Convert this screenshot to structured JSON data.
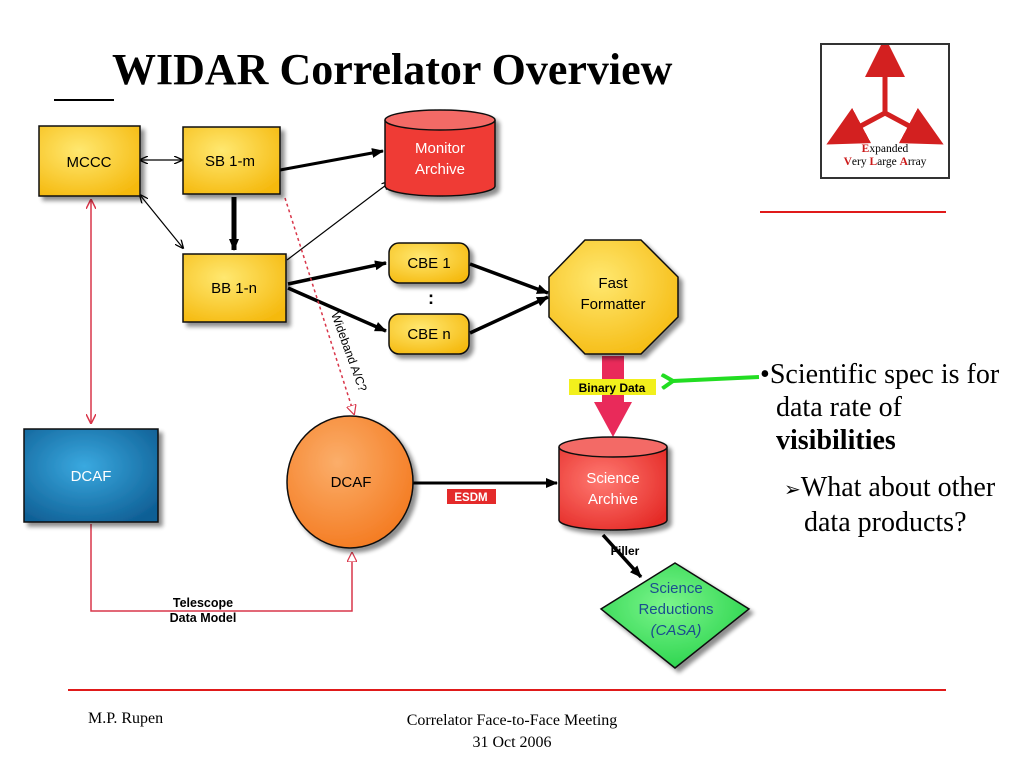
{
  "title": "WIDAR Correlator Overview",
  "logo": {
    "line1_cap": "E",
    "line1_rest": "xpanded",
    "line2_v": "V",
    "line2_ery": "ery ",
    "line2_l": "L",
    "line2_arge": "arge ",
    "line2_a": "A",
    "line2_rray": "rray"
  },
  "diagram": {
    "nodes": {
      "mccc": "MCCC",
      "sb": "SB 1-m",
      "bb": "BB 1-n",
      "monitor_archive_line1": "Monitor",
      "monitor_archive_line2": "Archive",
      "cbe1": "CBE 1",
      "cbe_dots": ":",
      "cben": "CBE n",
      "fast_formatter_line1": "Fast",
      "fast_formatter_line2": "Formatter",
      "dcaf_left": "DCAF",
      "dcaf_center": "DCAF",
      "science_archive_line1": "Science",
      "science_archive_line2": "Archive",
      "science_reductions_line1": "Science",
      "science_reductions_line2": "Reductions",
      "science_reductions_line3": "(CASA)"
    },
    "labels": {
      "wideband": "Wideband A/C?",
      "binary_data": "Binary Data",
      "esdm": "ESDM",
      "filler": "Filler",
      "telescope_line1": "Telescope",
      "telescope_line2": "Data Model"
    },
    "colors": {
      "box_yellow": "#f7c51a",
      "archive_red": "#ef3b36",
      "dcaf_orange": "#f7852c",
      "dcaf_blue": "#1a7bb6",
      "casa_green": "#3ee05a",
      "arrow_red": "#d9364a",
      "arrow_green": "#22dd22"
    }
  },
  "bullets": {
    "main_marker": "•",
    "main_text": "Scientific spec is for data rate of ",
    "main_bold": "visibilities",
    "sub_marker": "➢",
    "sub_text": "What about other data products?"
  },
  "footer": {
    "author": "M.P. Rupen",
    "meeting": "Correlator Face-to-Face Meeting",
    "date": "31 Oct 2006"
  }
}
